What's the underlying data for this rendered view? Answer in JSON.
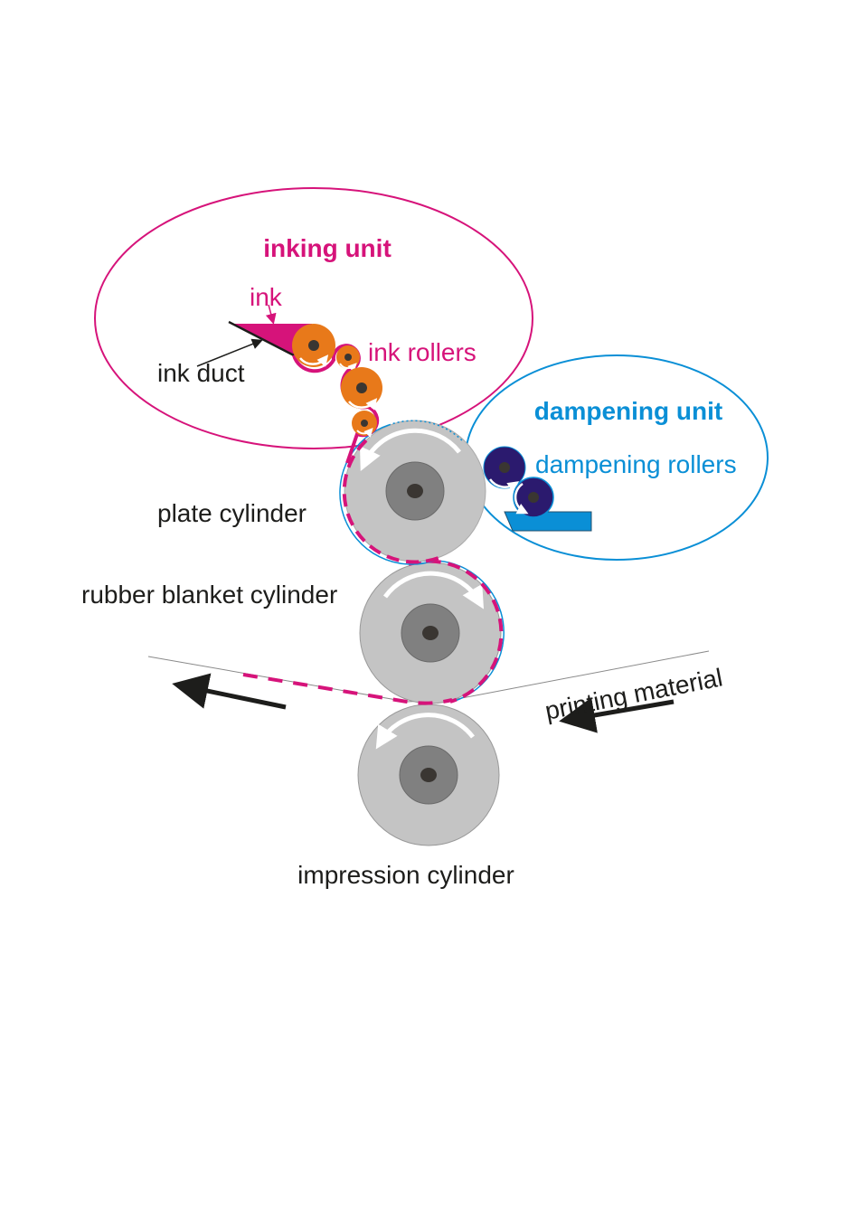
{
  "diagram": {
    "title": "Offset printing press schematic",
    "colors": {
      "ink": "#d6137a",
      "dampening": "#0a8fd6",
      "ink_roller": "#e8791a",
      "dampening_roller": "#2b1a6e",
      "cylinder": "#c4c4c4",
      "hub": "#808080",
      "axle": "#3a3632",
      "text": "#1d1d1b",
      "water_tray": "#0a8fd6"
    },
    "labels": {
      "inking_unit": "inking unit",
      "ink": "ink",
      "ink_rollers": "ink rollers",
      "ink_duct": "ink duct",
      "dampening_unit": "dampening unit",
      "dampening_rollers": "dampening rollers",
      "plate_cylinder": "plate cylinder",
      "rubber_blanket_cylinder": "rubber blanket cylinder",
      "printing_material": "printing material",
      "impression_cylinder": "impression cylinder"
    }
  }
}
